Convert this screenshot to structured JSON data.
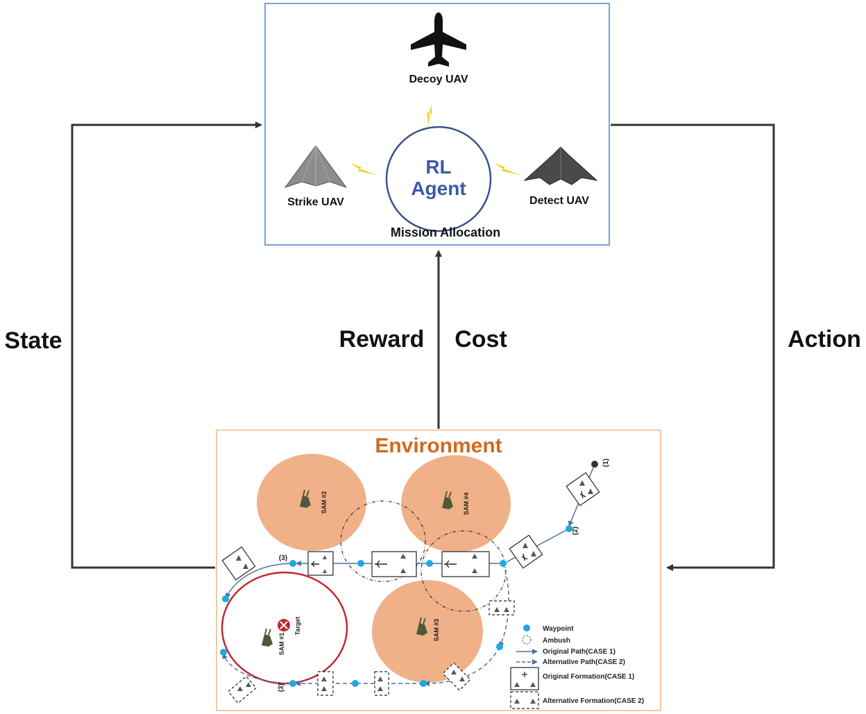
{
  "agent_box": {
    "decoy_label": "Decoy UAV",
    "strike_label": "Strike UAV",
    "detect_label": "Detect UAV",
    "agent_line1": "RL",
    "agent_line2": "Agent",
    "mission_label": "Mission Allocation"
  },
  "loop": {
    "state_label": "State",
    "reward_label": "Reward",
    "cost_label": "Cost",
    "action_label": "Action"
  },
  "environment": {
    "title": "Environment",
    "sam1": "SAM #1",
    "sam2": "SAM #2",
    "sam3": "SAM #3",
    "sam4": "SAM #4",
    "target": "Target",
    "point1": "(1)",
    "point2": "(2)",
    "point3": "(3)",
    "point3alt": "(3)'",
    "legend": {
      "waypoint": "Waypoint",
      "ambush": "Ambush",
      "original_path": "Original Path(CASE 1)",
      "alternative_path": "Alternative Path(CASE 2)",
      "original_formation": "Original Formation(CASE 1)",
      "alternative_formation": "Alternative Formation(CASE 2)"
    }
  },
  "colors": {
    "agent_border": "#7a9fd8",
    "agent_text": "#3b5aa8",
    "env_border": "#f3c9a4",
    "env_title": "#d2691e",
    "sam_zone": "#f0b088",
    "target_ring": "#c0282d",
    "waypoint": "#1fa9e1",
    "path": "#4a6fa5",
    "lightning": "#f2d21b"
  }
}
